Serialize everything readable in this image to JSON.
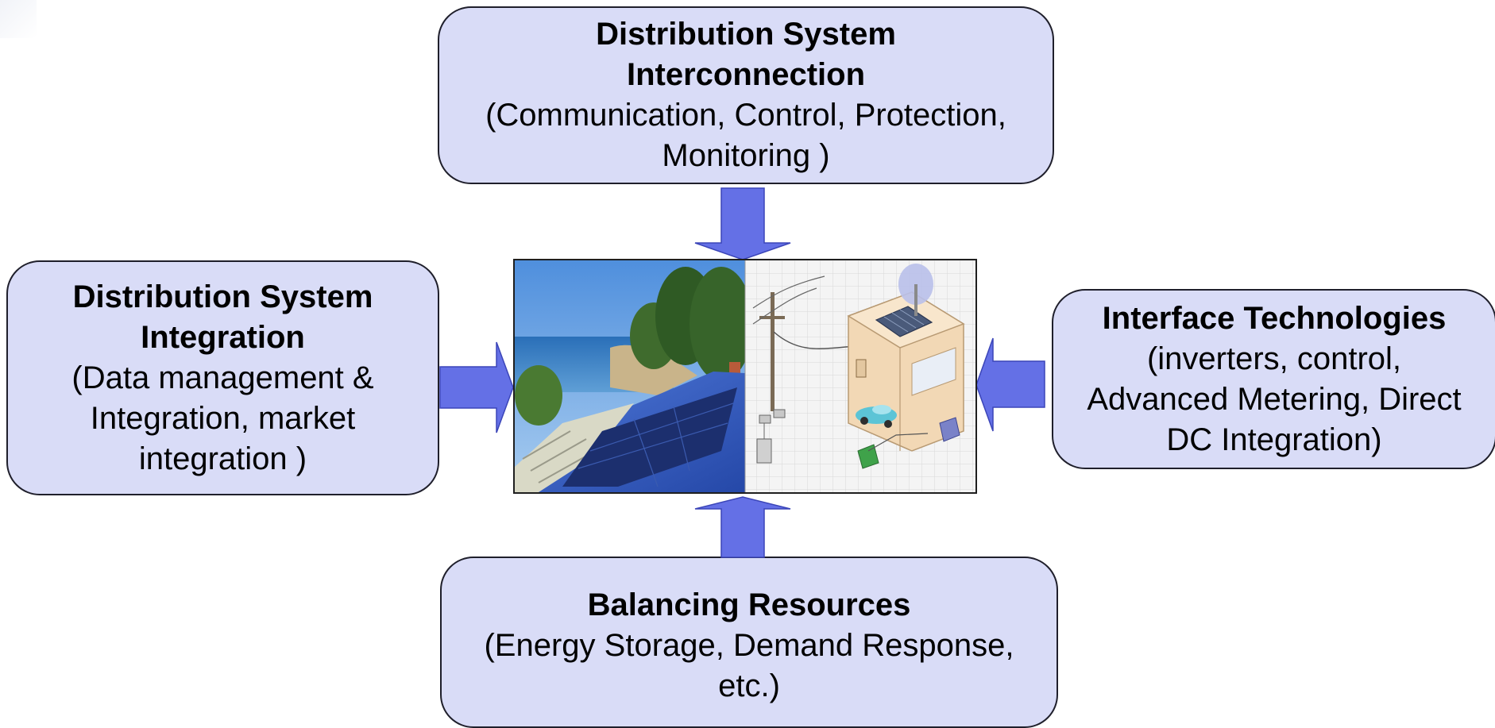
{
  "diagram": {
    "top_box": {
      "title": [
        "Distribution System",
        "Interconnection"
      ],
      "description": [
        "(Communication, Control, Protection,",
        "Monitoring )"
      ]
    },
    "left_box": {
      "title": [
        "Distribution System",
        "Integration"
      ],
      "description": [
        "(Data management &",
        "Integration, market",
        "integration )"
      ]
    },
    "right_box": {
      "title": [
        "Interface Technologies"
      ],
      "description": [
        "(inverters, control,",
        "Advanced Metering, Direct",
        "DC Integration)"
      ]
    },
    "bottom_box": {
      "title": [
        "Balancing Resources"
      ],
      "description": [
        "(Energy Storage, Demand Response,",
        "etc.)"
      ]
    },
    "center_image": {
      "left_photo": "solar-panel-roof-photo",
      "right_illustration": "smart-home-distribution-illustration"
    },
    "colors": {
      "box_fill": "#d9dcf7",
      "arrow_fill": "#6470e6",
      "border": "#1f1f2b"
    }
  }
}
